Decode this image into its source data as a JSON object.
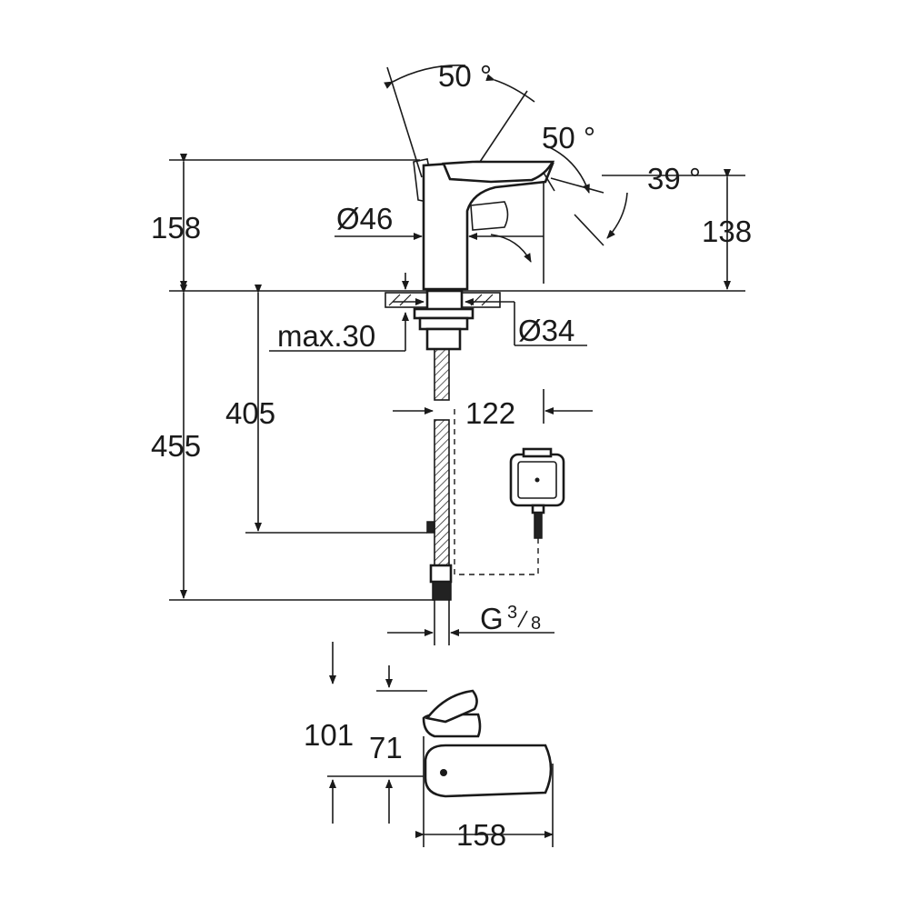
{
  "drawing": {
    "angles": {
      "lever_swing": "50 °",
      "lever_tilt": "50 °",
      "spout_angle": "39 °"
    },
    "heights": {
      "faucet_height": "158",
      "spout_height": "138",
      "below_deck_total": "455",
      "below_deck_hose": "405",
      "lever_height": "101",
      "spout_top": "71"
    },
    "diameters": {
      "body": "Ø46",
      "mounting_hole": "Ø34"
    },
    "clearances": {
      "deck_thickness": "max.30",
      "control_box_offset": "122"
    },
    "connection": {
      "thread": "G",
      "thread_numerator": "3",
      "thread_denominator": "8"
    },
    "plan_view": {
      "projection": "158"
    }
  }
}
